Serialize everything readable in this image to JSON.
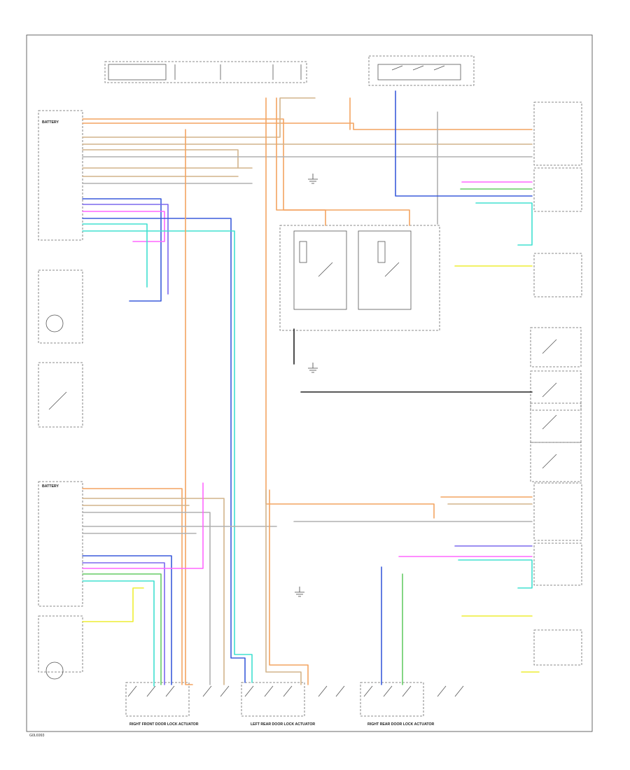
{
  "footer_code": "G0L6993",
  "switch_titles": [
    "RIGHT FRONT DOOR LOCK ACTUATOR",
    "LEFT REAR DOOR LOCK ACTUATOR",
    "RIGHT REAR DOOR LOCK ACTUATOR"
  ],
  "connector_label": "BATTERY",
  "colors": {
    "orange": "#f4a460",
    "tan": "#d2b48c",
    "gray": "#b0b0b0",
    "blue": "#3b5bdb",
    "purple": "#7b68ee",
    "magenta": "#ff66ff",
    "cyan": "#40e0d0",
    "green": "#66cc66",
    "yellow": "#eeee33",
    "black": "#222222"
  }
}
